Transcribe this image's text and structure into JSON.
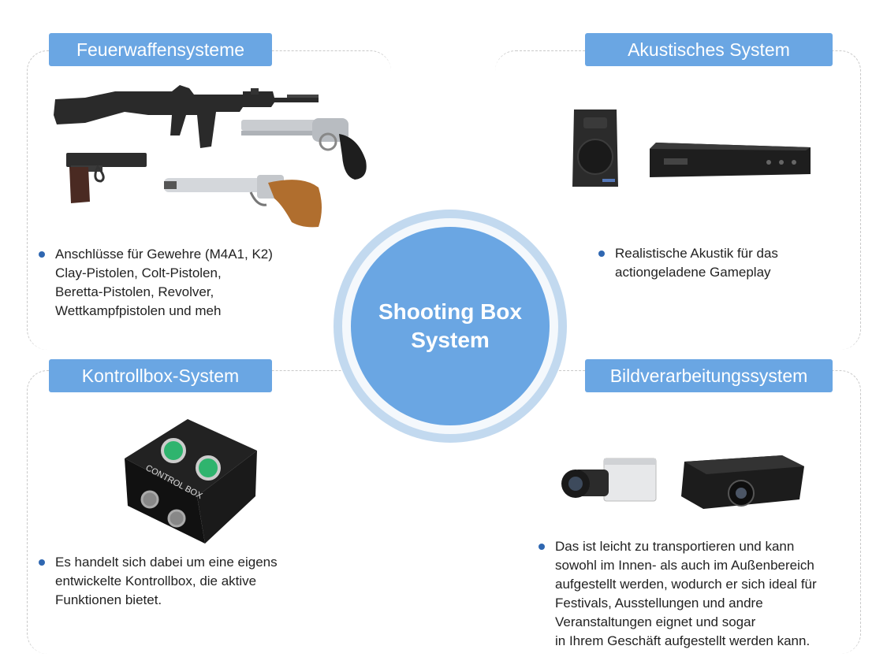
{
  "center": {
    "title": "Shooting Box\nSystem"
  },
  "panels": {
    "firearms": {
      "label": "Feuerwaffensysteme",
      "text": "Anschlüsse für Gewehre (M4A1, K2)\nClay-Pistolen, Colt-Pistolen,\nBeretta-Pistolen, Revolver,\nWettkampfpistolen und meh"
    },
    "acoustic": {
      "label": "Akustisches System",
      "text": "Realistische Akustik für das\nactiongeladene Gameplay"
    },
    "controlbox": {
      "label": "Kontrollbox-System",
      "text": "Es handelt sich dabei um eine eigens\nentwickelte Kontrollbox, die aktive\nFunktionen bietet."
    },
    "imaging": {
      "label": "Bildverarbeitungssystem",
      "text": "Das ist leicht zu transportieren und kann\nsowohl im Innen- als auch im Außenbereich\naufgestellt werden, wodurch er sich ideal für\nFestivals, Ausstellungen und andre\nVeranstaltungen eignet und sogar\nin Ihrem Geschäft aufgestellt werden kann."
    }
  },
  "colors": {
    "accent": "#6aa6e3",
    "ring": "#c2d9ef",
    "bullet": "#2f67b1"
  }
}
